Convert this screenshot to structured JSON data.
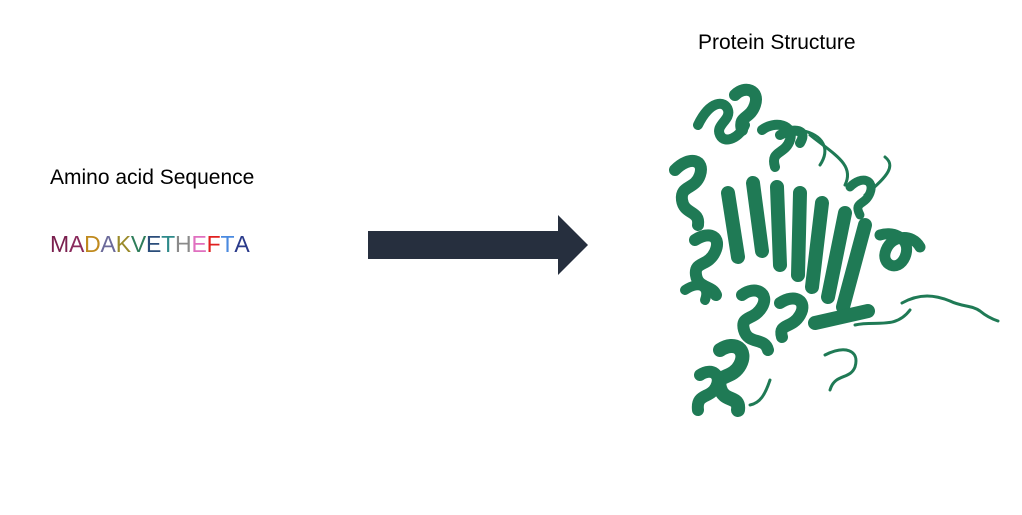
{
  "left_panel": {
    "title": "Amino acid Sequence",
    "sequence": [
      {
        "letter": "M",
        "color": "#7a1f4e"
      },
      {
        "letter": "A",
        "color": "#8a2a5c"
      },
      {
        "letter": "D",
        "color": "#c08a1e"
      },
      {
        "letter": "A",
        "color": "#6b6a9a"
      },
      {
        "letter": "K",
        "color": "#9a8a2a"
      },
      {
        "letter": "V",
        "color": "#2e7d5a"
      },
      {
        "letter": "E",
        "color": "#2a4d7a"
      },
      {
        "letter": "T",
        "color": "#2e8a8a"
      },
      {
        "letter": "H",
        "color": "#8a8a8a"
      },
      {
        "letter": "E",
        "color": "#e070c0"
      },
      {
        "letter": "F",
        "color": "#e02020"
      },
      {
        "letter": "T",
        "color": "#4a8ae0"
      },
      {
        "letter": "A",
        "color": "#2a3a8a"
      }
    ]
  },
  "arrow": {
    "color": "#262f3e"
  },
  "right_panel": {
    "title": "Protein Structure",
    "color": "#1f7a55"
  }
}
